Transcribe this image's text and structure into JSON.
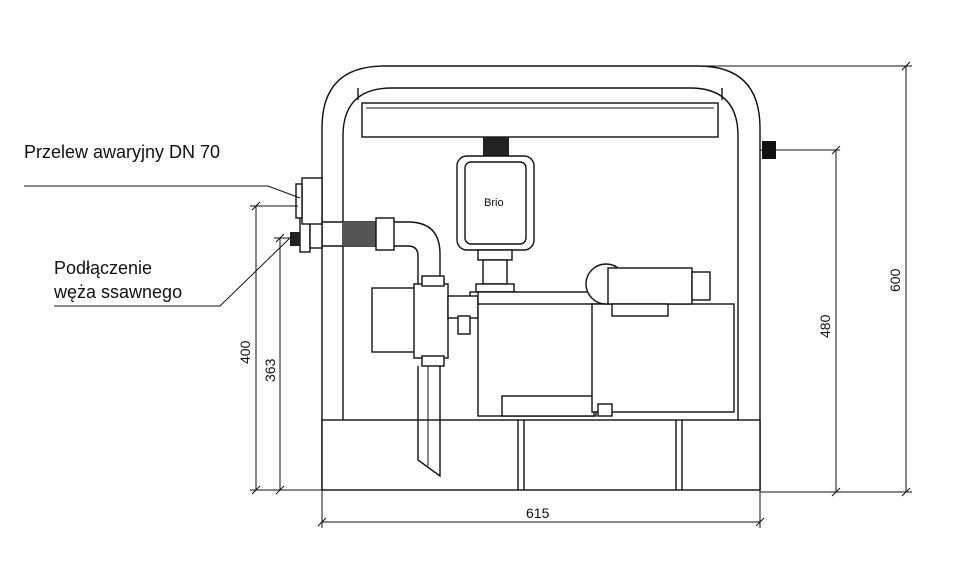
{
  "labels": {
    "overflow": "Przelew awaryjny DN 70",
    "suction_line1": "Podłączenie",
    "suction_line2": "węża ssawnego",
    "brand": "Brio"
  },
  "dimensions": {
    "width": "615",
    "height_total": "600",
    "height_right": "480",
    "height_left_outer": "400",
    "height_left_inner": "363"
  }
}
